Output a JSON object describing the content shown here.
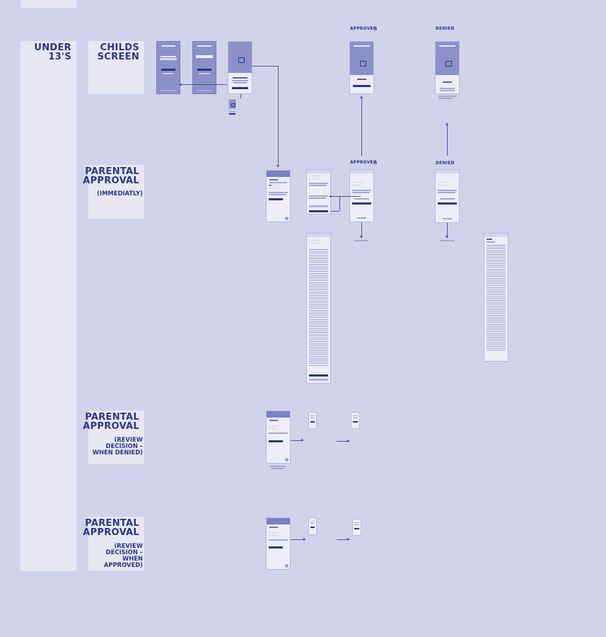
{
  "sections": {
    "under13": "UNDER\n13'S",
    "childs_screen": "CHILDS\nSCREEN",
    "parental_approval": "PARENTAL\nAPPROVAL",
    "immediately": "(IMMEDIATLY)",
    "review_denied": "(REVIEW\nDECISION –\nWHEN DENIED)",
    "review_approved": "(REVIEW\nDECISION –\nWHEN\nAPPROVED)"
  },
  "states": {
    "approved_top": "APPROVED",
    "denied_top": "DENIED",
    "approved_mid": "APPROVED",
    "denied_mid": "DENIED"
  },
  "colors": {
    "background": "#d1d3ea",
    "panel": "#e8e8f5",
    "accent": "#2f3587",
    "phone_header": "#7c81c2"
  }
}
